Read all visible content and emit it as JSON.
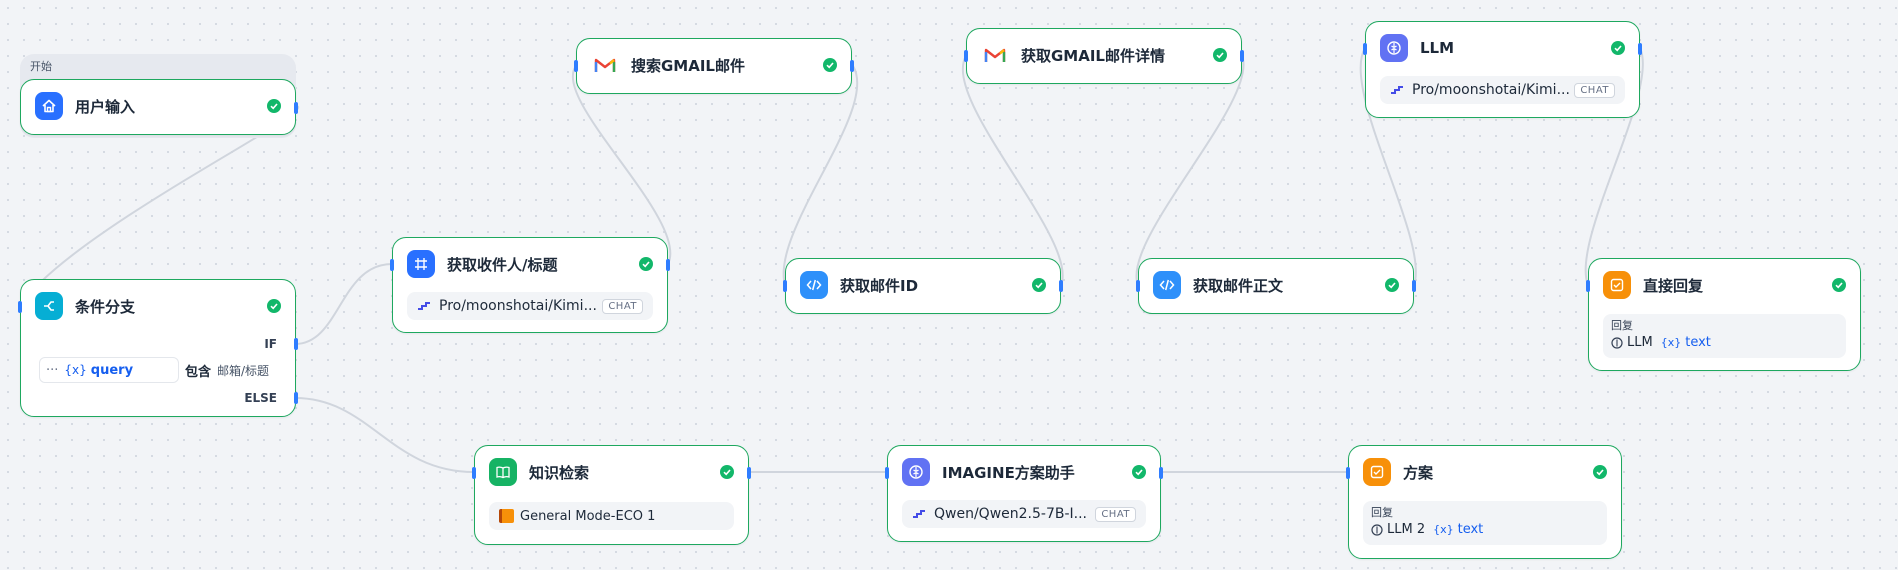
{
  "start_group": {
    "label": "开始"
  },
  "nodes": {
    "user_input": {
      "title": "用户输入"
    },
    "condition": {
      "title": "条件分支",
      "if_label": "IF",
      "else_label": "ELSE",
      "cond_more": "···",
      "cond_var_prefix": "{x}",
      "cond_var": "query",
      "cond_op": "包含",
      "cond_value": "邮箱/标题"
    },
    "extract": {
      "title": "获取收件人/标题",
      "model": "Pro/moonshotai/Kimi...",
      "badge": "CHAT"
    },
    "search_gmail": {
      "title": "搜索GMAIL邮件"
    },
    "get_mail_id": {
      "title": "获取邮件ID"
    },
    "gmail_detail": {
      "title": "获取GMAIL邮件详情"
    },
    "get_body": {
      "title": "获取邮件正文"
    },
    "llm": {
      "title": "LLM",
      "model": "Pro/moonshotai/Kimi...",
      "badge": "CHAT"
    },
    "direct_reply": {
      "title": "直接回复",
      "reply_label": "回复",
      "source": "LLM",
      "var_prefix": "{x}",
      "var": "text"
    },
    "knowledge": {
      "title": "知识检索",
      "kb": "General Mode-ECO 1"
    },
    "imagine": {
      "title": "IMAGINE方案助手",
      "model": "Qwen/Qwen2.5-7B-I...",
      "badge": "CHAT"
    },
    "plan": {
      "title": "方案",
      "reply_label": "回复",
      "source": "LLM 2",
      "var_prefix": "{x}",
      "var": "text"
    }
  },
  "colors": {
    "node_border": "#1ea85f",
    "success": "#12b76a",
    "edge": "#d0d5dd",
    "handle": "#2f7dff",
    "icon_blue": "#2970ff",
    "icon_cyan": "#06aed4",
    "icon_indigo": "#6172f3",
    "icon_green": "#16b364",
    "icon_orange": "#f79009",
    "var_blue": "#155eef"
  },
  "icons": {
    "user_input": "home-icon",
    "condition": "branch-icon",
    "extract": "parameter-extractor-icon",
    "gmail": "gmail-icon",
    "code": "code-icon",
    "llm": "llm-brain-icon",
    "reply": "reply-icon",
    "knowledge": "book-icon",
    "model_provider": "model-provider-icon",
    "success": "check-circle-icon"
  }
}
